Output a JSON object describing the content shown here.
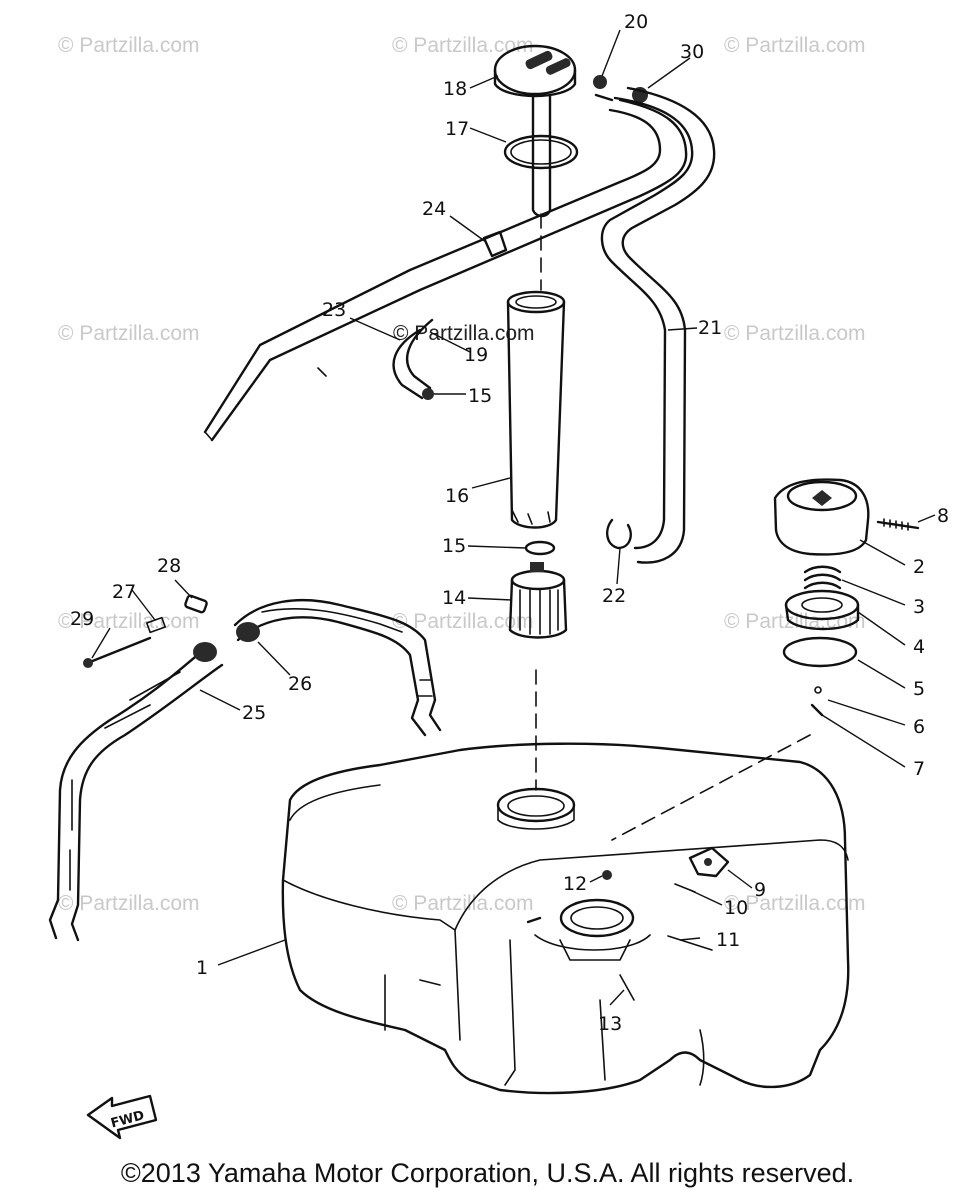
{
  "copyright": "©2013 Yamaha Motor Corporation, U.S.A. All rights reserved.",
  "watermark_text": "© Partzilla.com",
  "fwd_label": "FWD",
  "callouts": [
    {
      "id": "c1",
      "text": "1"
    },
    {
      "id": "c2",
      "text": "2"
    },
    {
      "id": "c3",
      "text": "3"
    },
    {
      "id": "c4",
      "text": "4"
    },
    {
      "id": "c5",
      "text": "5"
    },
    {
      "id": "c6",
      "text": "6"
    },
    {
      "id": "c7",
      "text": "7"
    },
    {
      "id": "c8",
      "text": "8"
    },
    {
      "id": "c9",
      "text": "9"
    },
    {
      "id": "c10",
      "text": "10"
    },
    {
      "id": "c11",
      "text": "11"
    },
    {
      "id": "c12",
      "text": "12"
    },
    {
      "id": "c13",
      "text": "13"
    },
    {
      "id": "c14",
      "text": "14"
    },
    {
      "id": "c15a",
      "text": "15"
    },
    {
      "id": "c15b",
      "text": "15"
    },
    {
      "id": "c16",
      "text": "16"
    },
    {
      "id": "c17",
      "text": "17"
    },
    {
      "id": "c18",
      "text": "18"
    },
    {
      "id": "c19",
      "text": "19"
    },
    {
      "id": "c20",
      "text": "20"
    },
    {
      "id": "c21",
      "text": "21"
    },
    {
      "id": "c22",
      "text": "22"
    },
    {
      "id": "c23",
      "text": "23"
    },
    {
      "id": "c24",
      "text": "24"
    },
    {
      "id": "c25",
      "text": "25"
    },
    {
      "id": "c26",
      "text": "26"
    },
    {
      "id": "c27",
      "text": "27"
    },
    {
      "id": "c28",
      "text": "28"
    },
    {
      "id": "c29",
      "text": "29"
    },
    {
      "id": "c30",
      "text": "30"
    }
  ]
}
